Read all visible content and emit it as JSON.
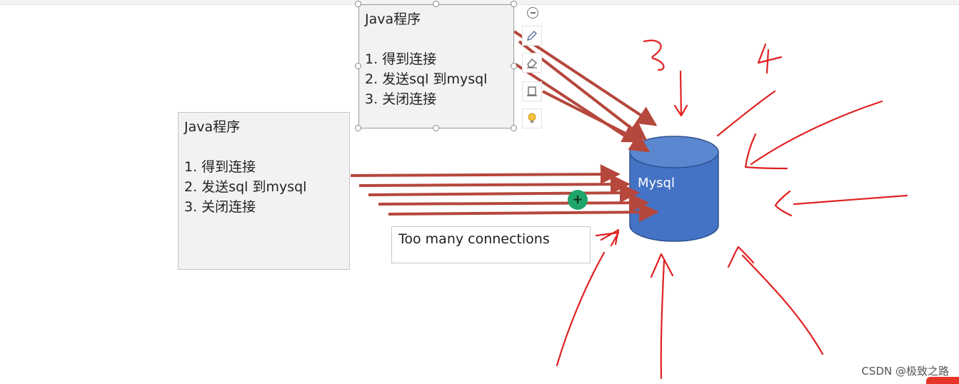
{
  "program_box_1": {
    "title": "Java程序",
    "steps": [
      "1. 得到连接",
      "2. 发送sql 到mysql",
      "3. 关闭连接"
    ]
  },
  "program_box_2": {
    "title": "Java程序",
    "steps": [
      "1. 得到连接",
      "2. 发送sql 到mysql",
      "3. 关闭连接"
    ]
  },
  "database": {
    "label": "Mysql"
  },
  "error_message": "Too many connections",
  "watermark": "CSDN @极致之路",
  "cursor_symbol": "+",
  "colors": {
    "arrow": "#b5473c",
    "handwriting": "#e02020",
    "database_fill": "#4472c4",
    "database_stroke": "#2f528f",
    "box_fill": "#f2f2f2"
  },
  "icons": [
    "minus-icon",
    "pen-icon",
    "eraser-icon",
    "crop-icon",
    "lightbulb-icon"
  ]
}
